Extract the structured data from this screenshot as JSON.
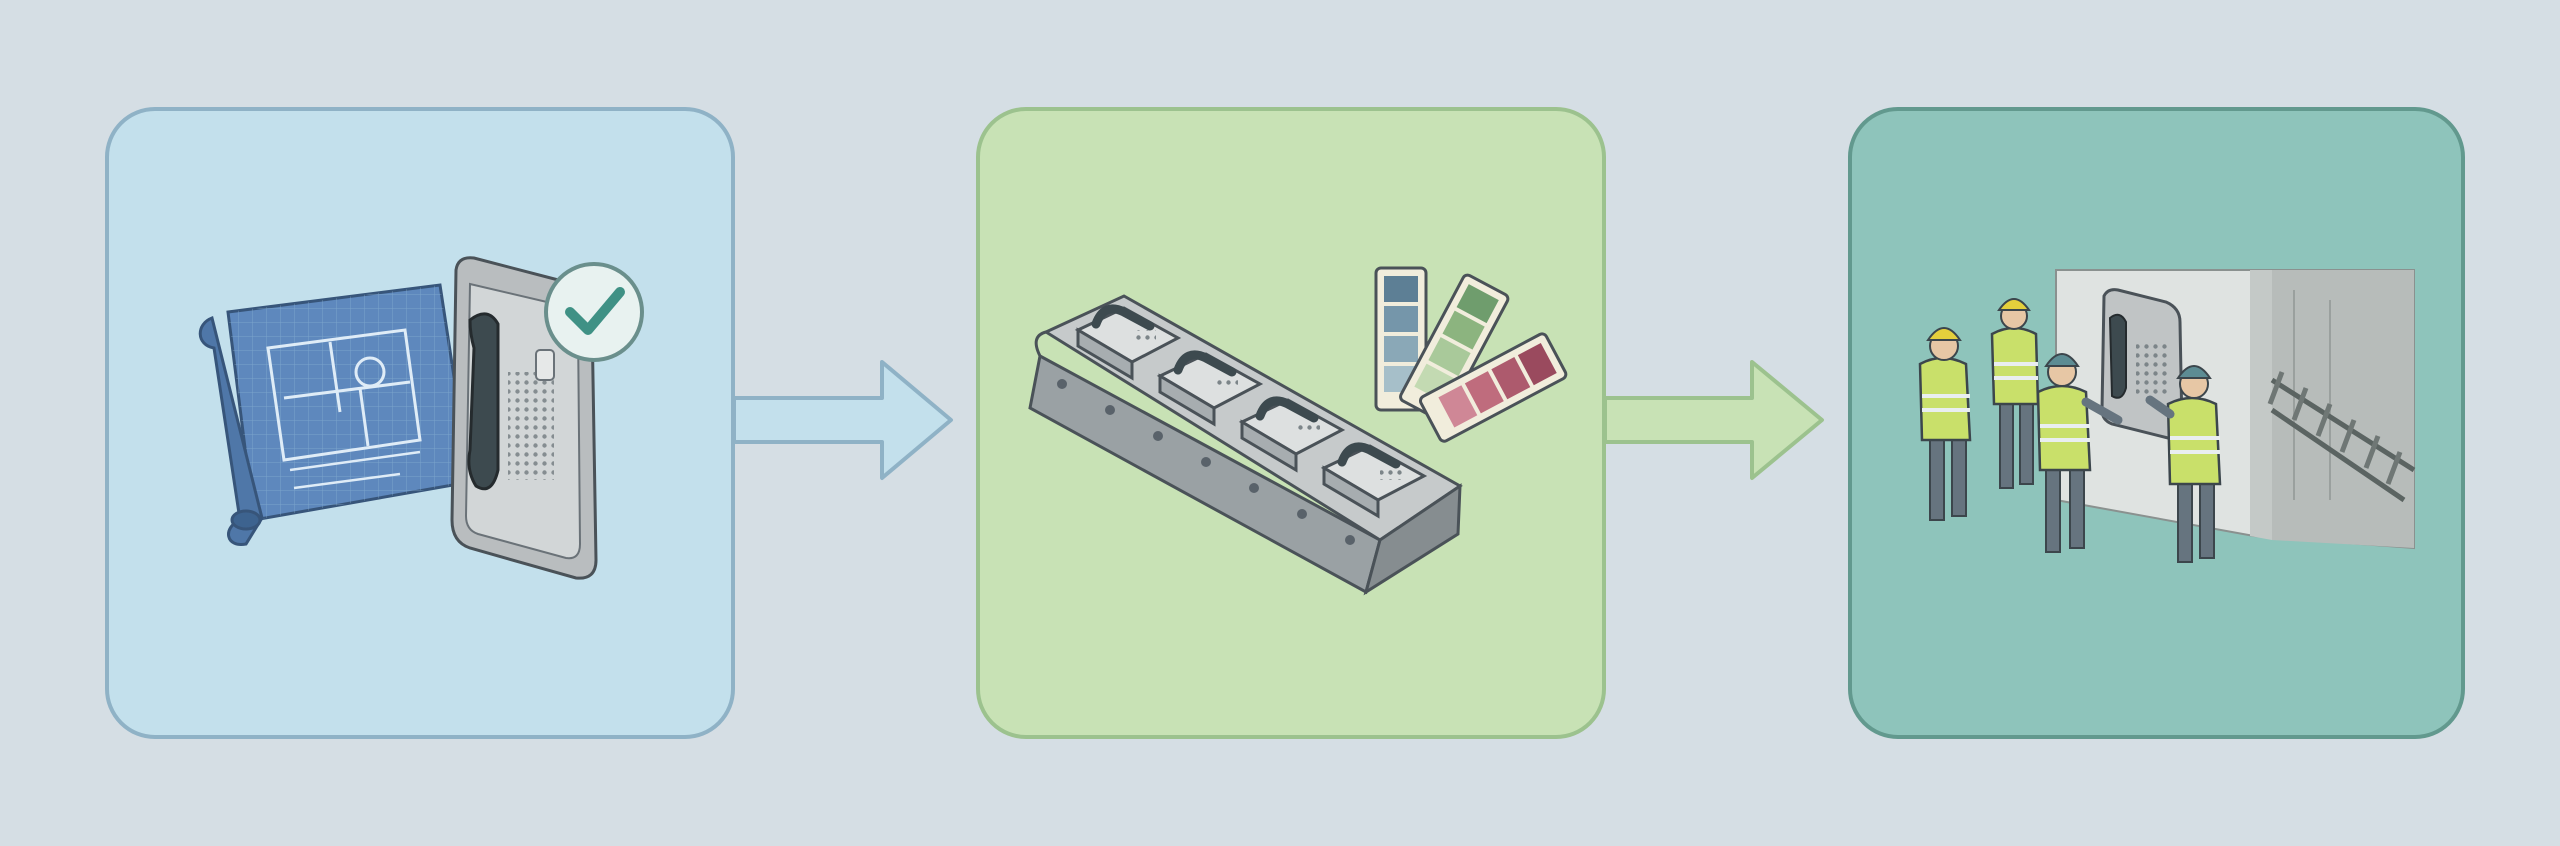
{
  "diagram": {
    "style": "three-step process flow, sketch illustration, no text",
    "colors": {
      "background": "#d5dee4",
      "step1_fill": "#c3e0ec",
      "step1_border": "#8fb2c6",
      "step2_fill": "#c8e2b5",
      "step2_border": "#9cc28e",
      "step3_fill": "#8ec4bb",
      "step3_border": "#62998e",
      "arrow1_fill": "#c3e0ec",
      "arrow1_stroke": "#8fb2c6",
      "arrow2_fill": "#c8e2b5",
      "arrow2_stroke": "#9cc28e",
      "phone_metal": "#b9bdbf",
      "outline": "#4a5258",
      "check_badge": "#e8f2f0",
      "check_mark": "#3f9185",
      "vest": "#c9e06a",
      "helmet": "#e4cf3c",
      "worker_suit": "#66747f"
    },
    "steps": [
      {
        "name": "design-verification",
        "icons": [
          "blueprint-icon",
          "emergency-phone-icon",
          "checkmark-badge-icon"
        ]
      },
      {
        "name": "manufacturing-customization",
        "icons": [
          "conveyor-belt-icon",
          "emergency-phone-icon",
          "color-swatch-fan-icon"
        ]
      },
      {
        "name": "on-site-installation",
        "icons": [
          "workers-icon",
          "wall-mounted-phone-icon",
          "rail-track-icon"
        ]
      }
    ],
    "swatch_colors": {
      "blue": [
        "#5d7f95",
        "#7596aa",
        "#8aa8b7",
        "#a6bfc9"
      ],
      "green": [
        "#6f9d6d",
        "#8cb47f",
        "#a9c99a",
        "#c3dab2"
      ],
      "red": [
        "#9a4a5e",
        "#ad5a6d",
        "#bf6c7d",
        "#cf8796"
      ]
    }
  }
}
